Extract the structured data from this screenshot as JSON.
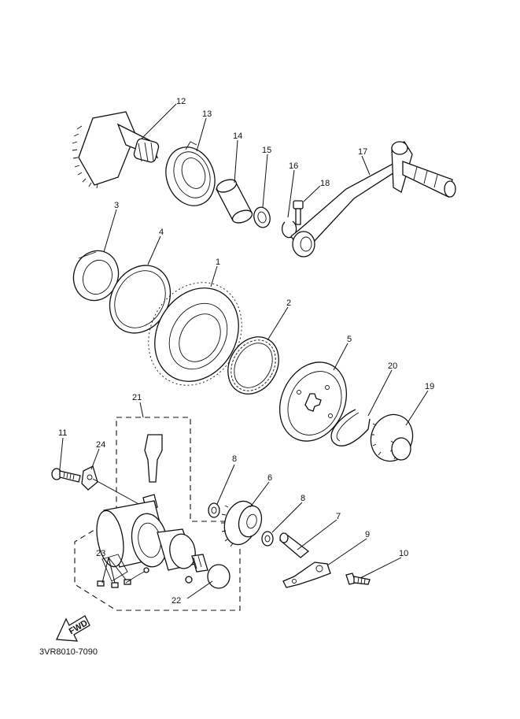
{
  "diagram": {
    "labels": {
      "p1": "1",
      "p2": "2",
      "p3": "3",
      "p4": "4",
      "p5": "5",
      "p6": "6",
      "p7": "7",
      "p8a": "8",
      "p8b": "8",
      "p9": "9",
      "p10": "10",
      "p11": "11",
      "p12": "12",
      "p13": "13",
      "p14": "14",
      "p15": "15",
      "p16": "16",
      "p17": "17",
      "p18": "18",
      "p19": "19",
      "p20": "20",
      "p21": "21",
      "p22": "22",
      "p23": "23",
      "p24": "24"
    },
    "fwd_label": "FWD",
    "diagram_code": "3VR8010-7090"
  }
}
